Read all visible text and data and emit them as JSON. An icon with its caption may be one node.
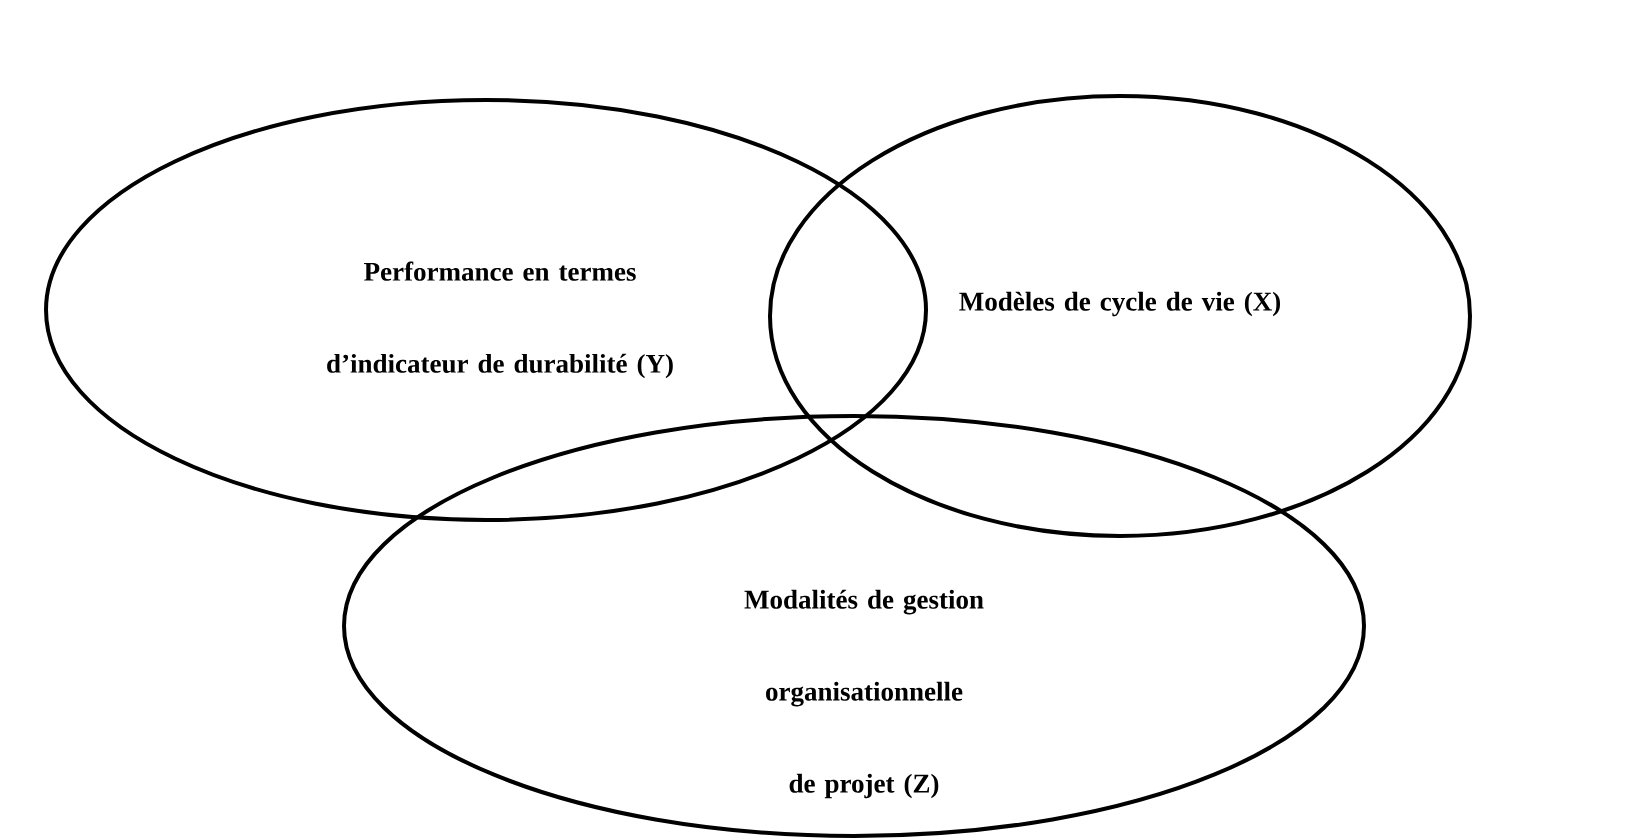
{
  "diagram": {
    "nodes": [
      {
        "text": [
          "Performance en termes d’indicateur de durabilité (Y)"
        ]
      },
      {
        "text": [
          "Modèles de cycle de vie (X)"
        ]
      },
      {
        "text": [
          "Modalités de gestion organisationnelle de projet (Z)"
        ]
      }
    ]
  }
}
